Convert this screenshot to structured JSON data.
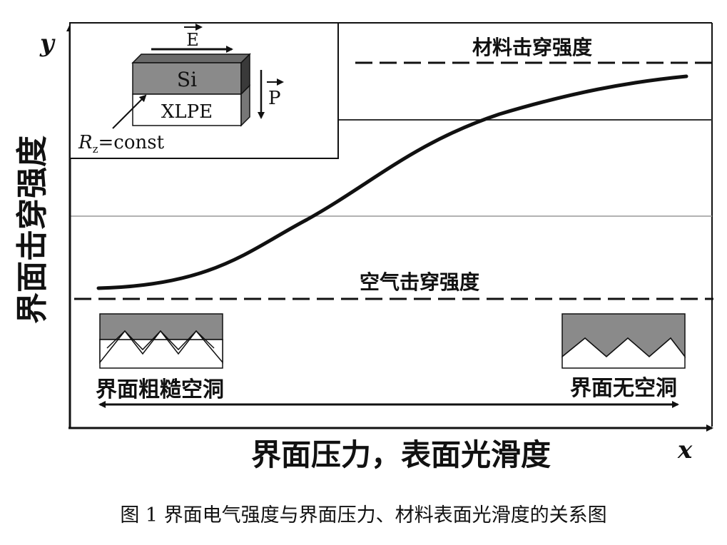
{
  "axes": {
    "y_letter": "y",
    "x_letter": "x",
    "y_title": "界面击穿强度",
    "x_title": "界面压力，表面光滑度"
  },
  "levels": {
    "material_label": "材料击穿强度",
    "air_label": "空气击穿强度"
  },
  "inset": {
    "e_label": "E",
    "si_label": "Si",
    "xlpe_label": "XLPE",
    "p_label": "P",
    "rz_symbol": "R",
    "rz_sub": "z",
    "rz_rest": "=const"
  },
  "surfaces": {
    "rough_label": "界面粗糙空洞",
    "smooth_label": "界面无空洞"
  },
  "caption": "图 1 界面电气强度与界面压力、材料表面光滑度的关系图"
}
